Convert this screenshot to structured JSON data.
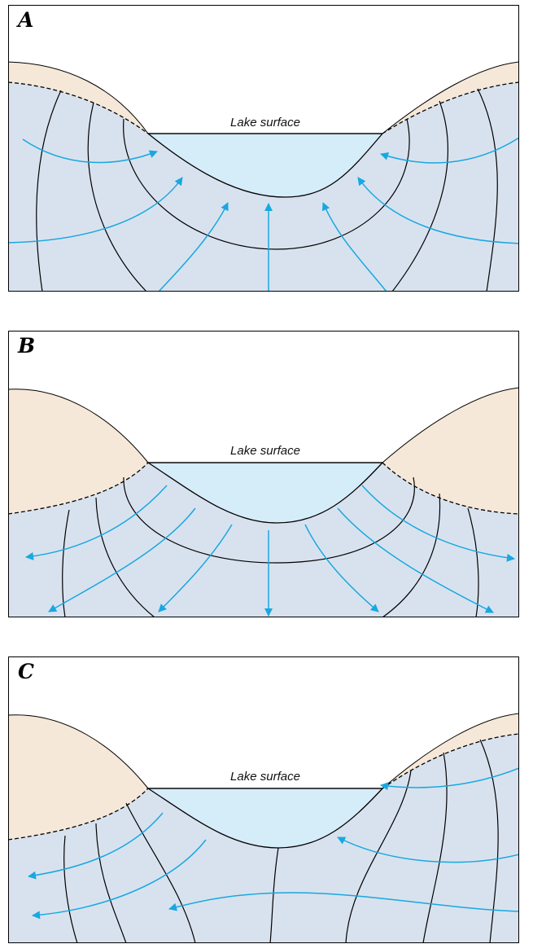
{
  "panels": [
    {
      "id": "A",
      "label": "A",
      "lake_label": "Lake surface"
    },
    {
      "id": "B",
      "label": "B",
      "lake_label": "Lake surface"
    },
    {
      "id": "C",
      "label": "C",
      "lake_label": "Lake surface"
    }
  ],
  "colors": {
    "ground_water": "#d8e2ef",
    "unsaturated_zone": "#f6e8d8",
    "lake_water": "#d5ecf9",
    "flow_line": "#18a8e0",
    "equipotential_line": "#000000",
    "frame": "#000000"
  }
}
